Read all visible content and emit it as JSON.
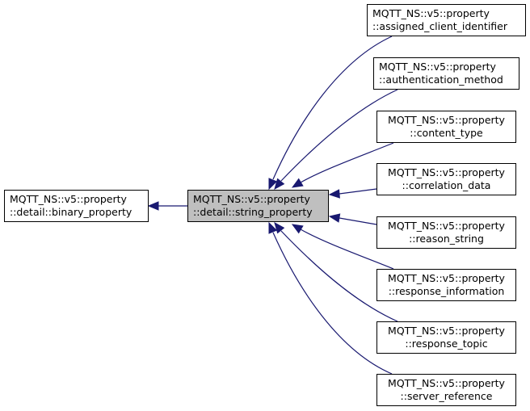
{
  "nodes": {
    "base": {
      "line1": "MQTT_NS::v5::property",
      "line2": "::detail::binary_property"
    },
    "center": {
      "line1": "MQTT_NS::v5::property",
      "line2": "::detail::string_property"
    },
    "derived": [
      {
        "line1": "MQTT_NS::v5::property",
        "line2": "::assigned_client_identifier"
      },
      {
        "line1": "MQTT_NS::v5::property",
        "line2": "::authentication_method"
      },
      {
        "line1": "MQTT_NS::v5::property",
        "line2": "::content_type"
      },
      {
        "line1": "MQTT_NS::v5::property",
        "line2": "::correlation_data"
      },
      {
        "line1": "MQTT_NS::v5::property",
        "line2": "::reason_string"
      },
      {
        "line1": "MQTT_NS::v5::property",
        "line2": "::response_information"
      },
      {
        "line1": "MQTT_NS::v5::property",
        "line2": "::response_topic"
      },
      {
        "line1": "MQTT_NS::v5::property",
        "line2": "::server_reference"
      }
    ]
  },
  "colors": {
    "edge": "#191970",
    "center_fill": "#bfbfbf"
  }
}
